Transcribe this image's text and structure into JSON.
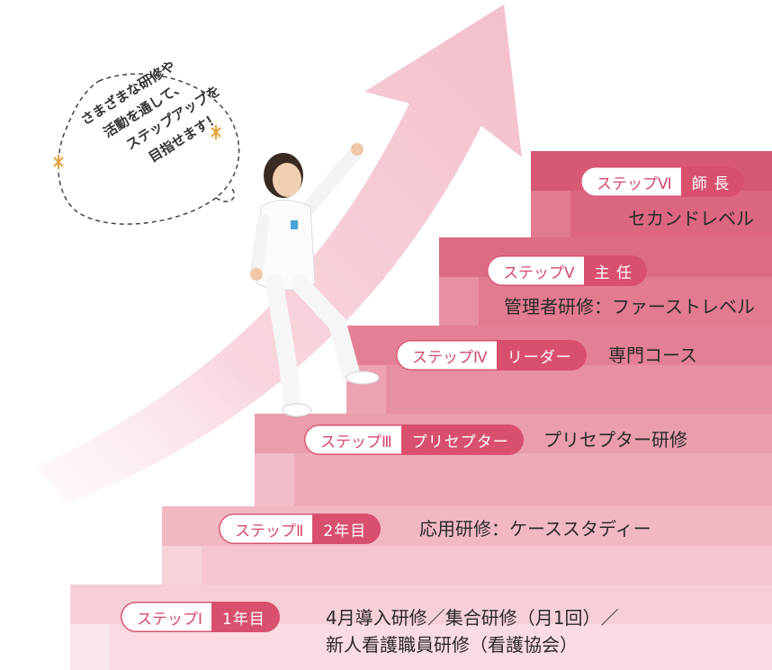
{
  "speech_bubble": {
    "lines": [
      "さまざまな研修や",
      "活動を通して、",
      "ステップアップを",
      "目指せます！"
    ]
  },
  "steps": [
    {
      "id": "step1",
      "name": "ステップⅠ",
      "role": "1年目",
      "desc": [
        "4月導入研修／集合研修（月1回）／",
        "新人看護職員研修（看護協会）"
      ]
    },
    {
      "id": "step2",
      "name": "ステップⅡ",
      "role": "2年目",
      "desc": [
        "応用研修：ケーススタディー"
      ]
    },
    {
      "id": "step3",
      "name": "ステップⅢ",
      "role": "プリセプター",
      "desc": [
        "プリセプター研修"
      ]
    },
    {
      "id": "step4",
      "name": "ステップⅣ",
      "role": "リーダー",
      "desc": [
        "専門コース"
      ]
    },
    {
      "id": "step5",
      "name": "ステップⅤ",
      "role": "主 任",
      "desc": [
        "管理者研修：ファーストレベル"
      ]
    },
    {
      "id": "step6",
      "name": "ステップⅥ",
      "role": "師 長",
      "desc": [
        "セカンドレベル"
      ]
    }
  ],
  "colors": {
    "accent": "#d9506f",
    "arrow": "#f6cdd5"
  }
}
